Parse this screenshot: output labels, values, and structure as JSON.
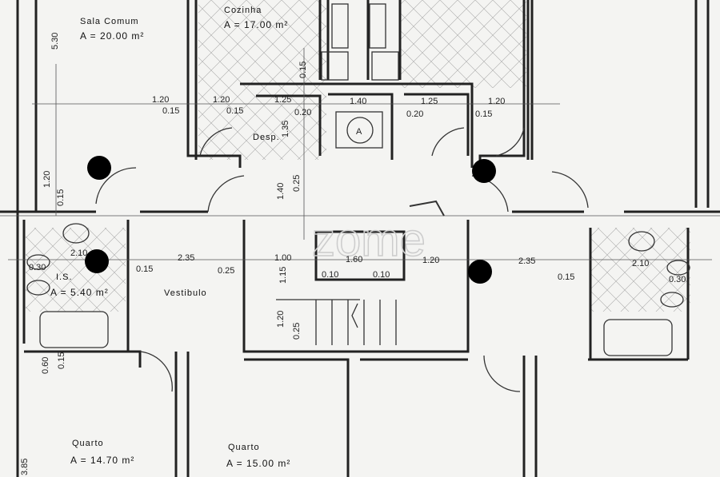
{
  "rooms": {
    "sala": {
      "name": "Sala Comum",
      "area": "A = 20.00 m²"
    },
    "cozinha": {
      "name": "Cozinha",
      "area": "A = 17.00 m²"
    },
    "desp": {
      "name": "Desp."
    },
    "is": {
      "name": "I.S.",
      "area": "A = 5.40 m²"
    },
    "vestibulo": {
      "name": "Vestibulo"
    },
    "quarto1": {
      "name": "Quarto",
      "area": "A = 14.70 m²"
    },
    "quarto2": {
      "name": "Quarto",
      "area": "A = 15.00 m²"
    }
  },
  "elevator_label": "A",
  "watermark": "zome",
  "dims": [
    "5.30",
    "0.15",
    "1.20",
    "0.15",
    "1.20",
    "0.15",
    "1.25",
    "0.20",
    "1.40",
    "1.25",
    "0.20",
    "1.20",
    "0.15",
    "1.35",
    "0.25",
    "1.40",
    "1.20",
    "0.15",
    "2.10",
    "0.30",
    "0.15",
    "2.35",
    "0.25",
    "1.00",
    "1.15",
    "1.60",
    "0.10",
    "0.10",
    "1.20",
    "1.20",
    "0.25",
    "2.35",
    "0.15",
    "2.10",
    "0.30",
    "0.60",
    "0.15",
    "3.85"
  ],
  "colors": {
    "paper": "#f4f4f2",
    "ink": "#222222",
    "marker": "#000000"
  }
}
